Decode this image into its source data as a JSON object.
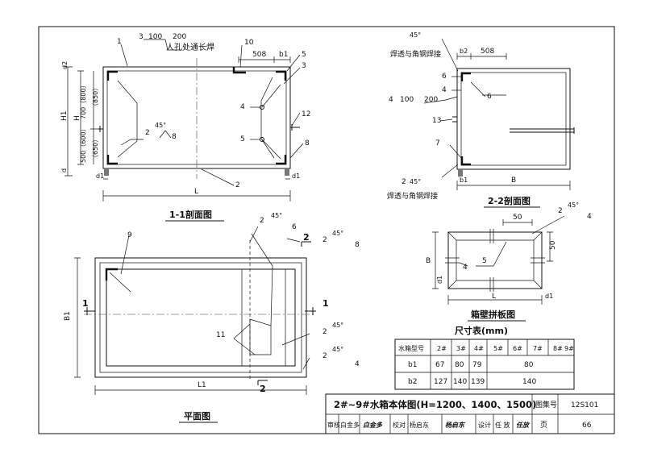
{
  "titles": {
    "section11": "1-1剖面图",
    "section22": "2-2剖面图",
    "plan": "平面图",
    "wall_joint": "箱壁拼板图",
    "size_table": "尺寸表(mm)"
  },
  "titleblock": {
    "drawing_title": "2#~9#水箱本体图(H=1200、1400、1500)",
    "atlas_label": "图集号",
    "atlas_no": "12S101",
    "page_label": "页",
    "page_no": "66",
    "review_label": "审核",
    "review_name": "白金多",
    "review_sig": "白金多",
    "check_label": "校对",
    "check_name": "杨启东",
    "check_sig": "杨启东",
    "design_label": "设计",
    "design_name": "任 放",
    "design_sig": "任放"
  },
  "table": {
    "header": [
      "水箱型号",
      "2#",
      "3#",
      "4#",
      "5#",
      "6#",
      "7#",
      "8#",
      "9#"
    ],
    "b1": {
      "label": "b1",
      "values": [
        "67",
        "80",
        "79",
        "80"
      ]
    },
    "b2": {
      "label": "b2",
      "values": [
        "127",
        "140",
        "139",
        "140"
      ]
    }
  },
  "s11": {
    "weld_ref_num": "3",
    "weld_ref_val": "100",
    "weld_ref_len": "200",
    "weld_note": "人孔处通长焊",
    "dim_508": "508",
    "dim_b1": "b1",
    "dim_d2": "d2",
    "dim_H1": "H1",
    "dim_H": "H",
    "dim_700": "700（800）",
    "dim_850": "（850）",
    "dim_500": "500（600）",
    "dim_650": "（650）",
    "dim_d": "d",
    "dim_d1": "d1",
    "dim_L": "L",
    "angle": "45°",
    "n1": "1",
    "n10": "10",
    "n5": "5",
    "n3": "3",
    "n4": "4",
    "n12": "12",
    "n8": "8",
    "n2": "2"
  },
  "s22": {
    "weld_top": "焊透与角钢焊接",
    "weld_bottom": "焊透与角钢焊接",
    "dim_b2": "b2",
    "dim_508": "508",
    "dim_B": "B",
    "dim_b1": "b1",
    "ref4_num": "4",
    "ref4_val": "100",
    "ref4_len": "200",
    "angle": "45°",
    "n6": "6",
    "n4": "4",
    "n13": "13",
    "n7": "7",
    "n2": "2",
    "n6b": "6"
  },
  "joint": {
    "dim_50a": "50",
    "dim_50b": "50",
    "dim_B": "B",
    "dim_d1": "d1",
    "dim_L": "L",
    "dim_d1b": "d1",
    "angle": "45°",
    "n2": "2",
    "n4": "4",
    "n5": "5",
    "n4b": "4"
  },
  "plan": {
    "n9": "9",
    "n2": "2",
    "n6": "6",
    "n8": "8",
    "n11": "11",
    "n4": "4",
    "angle": "45°",
    "dim_B1": "B1",
    "dim_L1": "L1",
    "cut1": "1",
    "cut2": "2"
  }
}
